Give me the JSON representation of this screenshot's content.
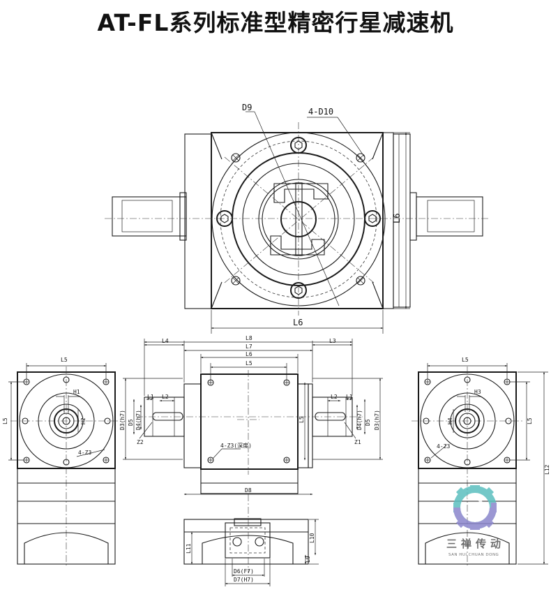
{
  "title": "AT-FL系列标准型精密行星减速机",
  "labels": {
    "D9": "D9",
    "D10": "4-D10",
    "L6_bottom": "L6",
    "L6_side": "L6",
    "L8": "L8",
    "L7": "L7",
    "L6_mid": "L6",
    "L5_mid": "L5",
    "L4": "L4",
    "L3": "L3",
    "L5_left": "L5",
    "L5_left_v": "L5",
    "H1": "H1",
    "H2": "H2",
    "Z3_left": "4-Z3",
    "L1_l": "L1",
    "L2_l": "L2",
    "D5_l": "D5",
    "D4_l": "D4(h7)",
    "D3_l": "D3(h7)",
    "Z2": "Z2",
    "L5_mid_v": "L5",
    "Z3_mid": "4-Z3(深度)",
    "L2_r": "L2",
    "L1_r": "L1",
    "D4_r": "D4(h7)",
    "D5_r": "D5",
    "D3_r": "D3(h7)",
    "Z1": "Z1",
    "L5_right": "L5",
    "H3": "H3",
    "H4": "H4",
    "L5_right_v": "L5",
    "Z3_right": "4-Z3",
    "L12": "L12",
    "D8": "D8",
    "L11": "L11",
    "L10": "L10",
    "L9": "L9",
    "D6": "D6(F7)",
    "D7": "D7(H7)"
  },
  "logo": {
    "cn": "三禅传动",
    "en": "SAN HUI CHUAN DONG",
    "color_teal": "#5bbfbf",
    "color_purple": "#8a86cc"
  }
}
